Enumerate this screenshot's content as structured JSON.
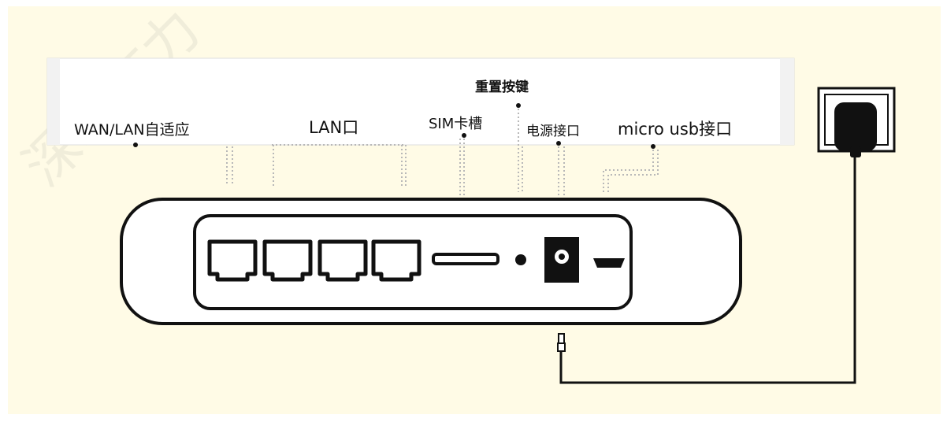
{
  "labels": {
    "wan_lan": "WAN/LAN自适应",
    "lan": "LAN口",
    "sim": "SIM卡槽",
    "reset": "重置按键",
    "power": "电源接口",
    "micro_usb": "micro usb接口"
  },
  "watermark": "深圳市力",
  "colors": {
    "background": "#fffbe6",
    "stroke": "#111111",
    "leader": "#b8b8b8"
  }
}
